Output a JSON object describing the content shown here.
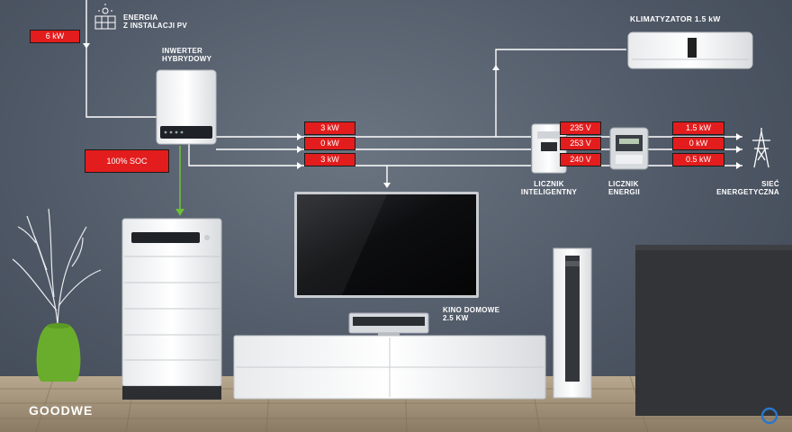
{
  "labels": {
    "pv": "ENERGIA\nZ INSTALACJI PV",
    "inverter": "INWERTER\nHYBRYDOWY",
    "ac": "KLIMATYZATOR 1.5 kW",
    "smart_meter": "LICZNIK\nINTELIGENTNY",
    "energy_meter": "LICZNIK\nENERGII",
    "grid": "SIEĆ\nENERGETYCZNA",
    "home_cinema": "KINO DOMOWE\n2.5 kW"
  },
  "readings": {
    "pv_power": "6 kW",
    "soc": "100% SOC",
    "inverter_out": [
      "3 kW",
      "0 kW",
      "3 kW"
    ],
    "voltages": [
      "235 V",
      "253 V",
      "240 V"
    ],
    "grid_power": [
      "1.5 kW",
      "0 kW",
      "0.5 kW"
    ]
  },
  "brand": "GOODWE",
  "colors": {
    "badge": "#e31d1d",
    "wall": "#555e6b",
    "battery_link": "#6bbf3a"
  }
}
